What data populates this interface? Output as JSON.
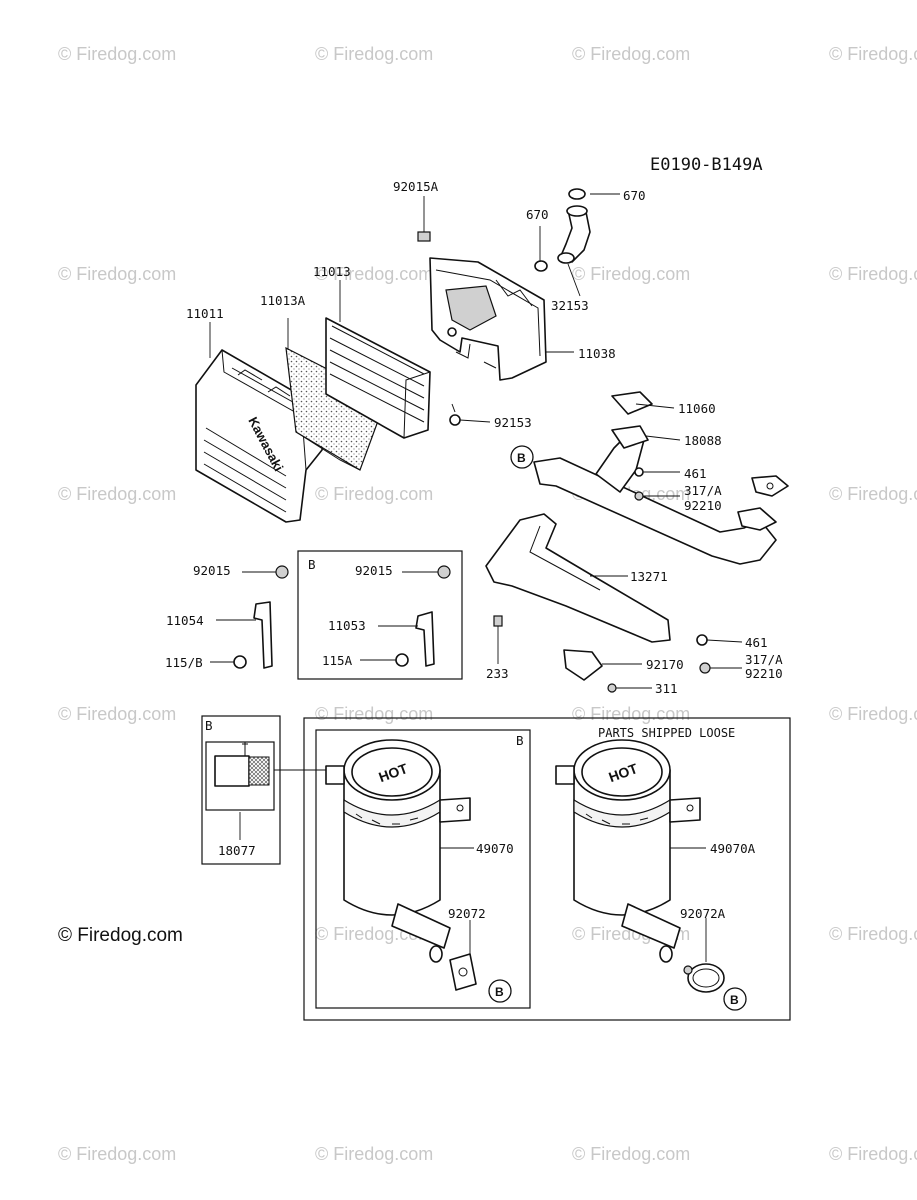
{
  "diagram_code": "E0190-B149A",
  "watermark_text": "© Firedog.com",
  "copyright_text": "© Firedog.com",
  "parts_note": "PARTS SHIPPED LOOSE",
  "callout_letter": "B",
  "brand_mark": "Kawasaki",
  "muffler_mark": "HOT",
  "labels": {
    "p92015A": "92015A",
    "p670a": "670",
    "p670b": "670",
    "p32153": "32153",
    "p11013": "11013",
    "p11013A": "11013A",
    "p11011": "11011",
    "p11038": "11038",
    "p92153": "92153",
    "p11060": "11060",
    "p18088": "18088",
    "p461a": "461",
    "p317Aa": "317/A",
    "p92210a": "92210",
    "p13271": "13271",
    "p461b": "461",
    "p92170": "92170",
    "p317Ab": "317/A",
    "p92210b": "92210",
    "p311": "311",
    "p233": "233",
    "p92015": "92015",
    "p11054": "11054",
    "p115B": "115/B",
    "p92015b": "92015",
    "p11053": "11053",
    "p115A": "115A",
    "p18077": "18077",
    "p49070": "49070",
    "p92072": "92072",
    "p49070A": "49070A",
    "p92072A": "92072A"
  }
}
